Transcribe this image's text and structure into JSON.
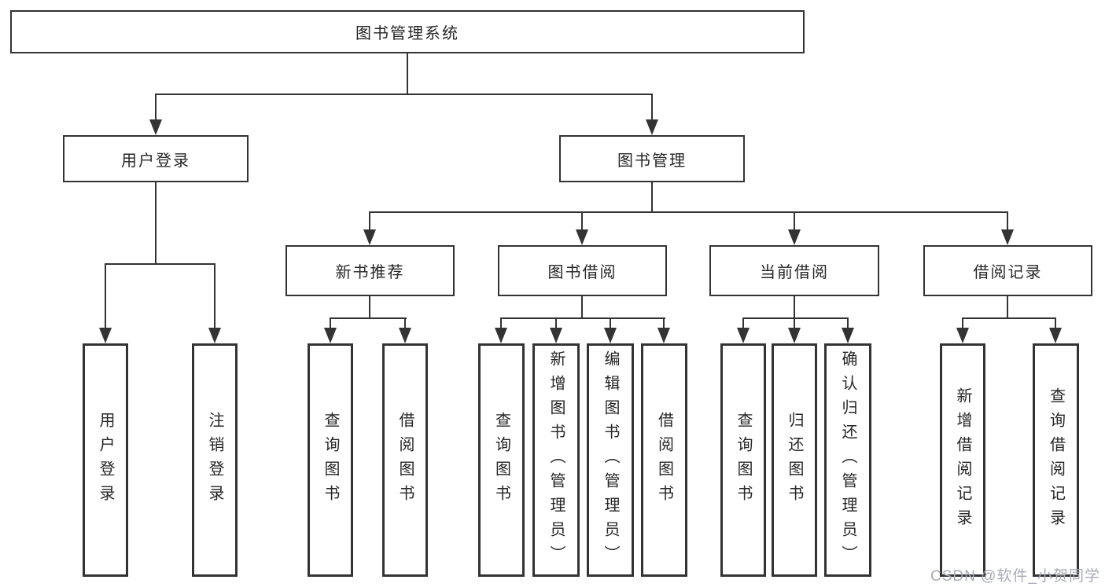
{
  "diagram_title": "图书管理系统",
  "tree": {
    "root_label": "图书管理系统",
    "children": [
      {
        "label": "用户登录",
        "children": [
          {
            "label": "用户登录"
          },
          {
            "label": "注销登录"
          }
        ]
      },
      {
        "label": "图书管理",
        "children": [
          {
            "label": "新书推荐",
            "children": [
              {
                "label": "查询图书"
              },
              {
                "label": "借阅图书"
              }
            ]
          },
          {
            "label": "图书借阅",
            "children": [
              {
                "label": "查询图书"
              },
              {
                "label": "新增图书（管理员）"
              },
              {
                "label": "编辑图书（管理员）"
              },
              {
                "label": "借阅图书"
              }
            ]
          },
          {
            "label": "当前借阅",
            "children": [
              {
                "label": "查询图书"
              },
              {
                "label": "归还图书"
              },
              {
                "label": "确认归还（管理员）"
              }
            ]
          },
          {
            "label": "借阅记录",
            "children": [
              {
                "label": "新增借阅记录"
              },
              {
                "label": "查询借阅记录"
              }
            ]
          }
        ]
      }
    ]
  },
  "watermark": {
    "text": "CSDN @软件_小贺同学"
  },
  "colors": {
    "line": "#333333",
    "text": "#262626",
    "background": "#ffffff",
    "watermark": "#a9abb6"
  }
}
